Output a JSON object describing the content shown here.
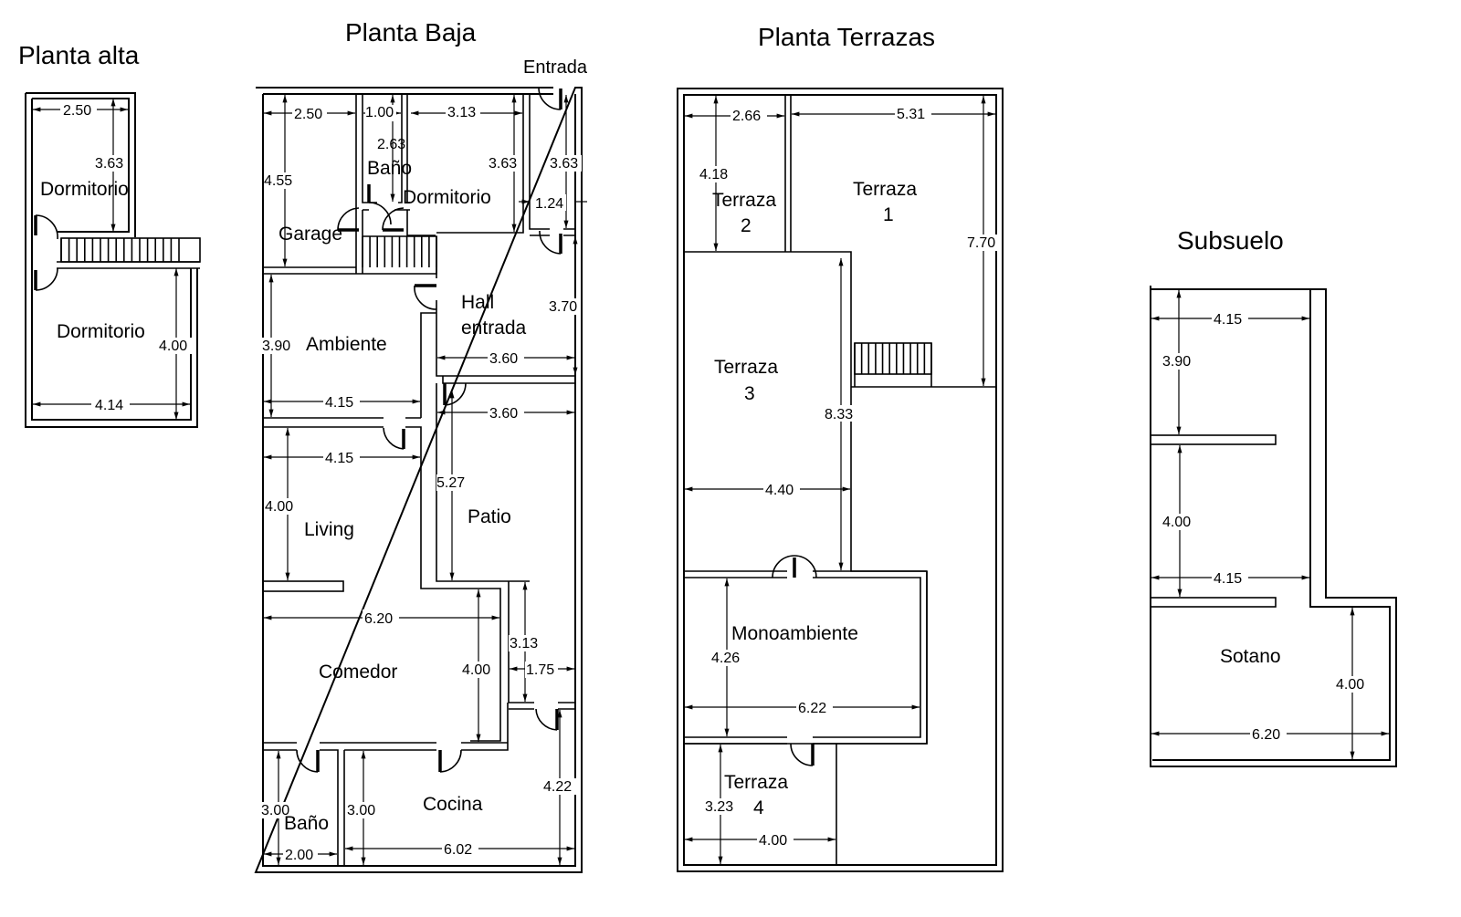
{
  "plans": {
    "planta_alta": {
      "title": "Planta alta",
      "rooms": [
        "Dormitorio",
        "Dormitorio"
      ],
      "dims": [
        "2.50",
        "3.63",
        "4.00",
        "4.14"
      ]
    },
    "planta_baja": {
      "title": "Planta Baja",
      "entrance_label": "Entrada",
      "rooms": {
        "garage": "Garage",
        "bano_top": "Baño",
        "dormitorio": "Dormitorio",
        "ambiente": "Ambiente",
        "hall_1": "Hall",
        "hall_2": "entrada",
        "living": "Living",
        "patio": "Patio",
        "comedor": "Comedor",
        "bano_bottom": "Baño",
        "cocina": "Cocina"
      },
      "dims": {
        "garage_w": "2.50",
        "bano_w": "1.00",
        "dorm_w": "3.13",
        "bano_h": "2.63",
        "dorm_h": "3.63",
        "pasillo_h": "3.63",
        "pasillo_w": "1.24",
        "garage_h": "4.55",
        "hall_h": "3.70",
        "ambiente_h": "3.90",
        "hall_w": "3.60",
        "ambiente_w": "4.15",
        "patio_w": "3.60",
        "living_w": "4.15",
        "patio_h": "5.27",
        "living_h": "4.00",
        "comedor_w": "6.20",
        "pasaje_h": "3.13",
        "comedor_h": "4.00",
        "pasaje_w": "1.75",
        "cocina_h2": "4.22",
        "bano_h2": "3.00",
        "cocina_h": "3.00",
        "bano_w2": "2.00",
        "cocina_w": "6.02"
      }
    },
    "planta_terrazas": {
      "title": "Planta Terrazas",
      "rooms": {
        "t2_a": "Terraza",
        "t2_b": "2",
        "t1_a": "Terraza",
        "t1_b": "1",
        "t3_a": "Terraza",
        "t3_b": "3",
        "mono": "Monoambiente",
        "t4_a": "Terraza",
        "t4_b": "4"
      },
      "dims": {
        "t2_w": "2.66",
        "t1_w": "5.31",
        "t2_h": "4.18",
        "t1_h": "7.70",
        "t3_h": "8.33",
        "t3_w": "4.40",
        "mono_h": "4.26",
        "mono_w": "6.22",
        "t4_h": "3.23",
        "t4_w": "4.00"
      }
    },
    "subsuelo": {
      "title": "Subsuelo",
      "rooms": {
        "sotano": "Sotano"
      },
      "dims": {
        "w1": "4.15",
        "h1": "3.90",
        "h2": "4.00",
        "w2": "4.15",
        "h3": "4.00",
        "w3": "6.20"
      }
    }
  }
}
